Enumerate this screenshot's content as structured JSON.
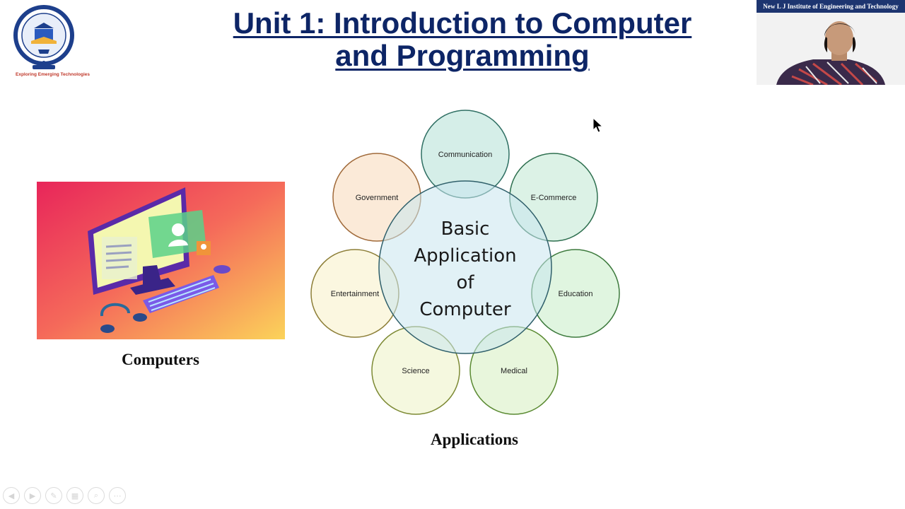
{
  "slide": {
    "title_line1": "Unit 1: Introduction to Computer",
    "title_line2": "and Programming",
    "logo_tagline": "Exploring Emerging Technologies"
  },
  "webcam": {
    "institute_name": "New L J Institute of Engineering and Technology"
  },
  "left_panel": {
    "caption": "Computers"
  },
  "diagram": {
    "center_lines": [
      "Basic",
      "Application",
      "of",
      "Computer"
    ],
    "nodes": [
      {
        "label": "Communication",
        "color": "#b3e0d6",
        "stroke": "#2f6f63"
      },
      {
        "label": "E-Commerce",
        "color": "#bfe8d2",
        "stroke": "#2f7050"
      },
      {
        "label": "Education",
        "color": "#c6ecc6",
        "stroke": "#3d7a3d"
      },
      {
        "label": "Medical",
        "color": "#d6efc0",
        "stroke": "#5a8a32"
      },
      {
        "label": "Science",
        "color": "#ecf2c4",
        "stroke": "#7d8a34"
      },
      {
        "label": "Entertainment",
        "color": "#f7f0c6",
        "stroke": "#8d7f38"
      },
      {
        "label": "Government",
        "color": "#f8d8b8",
        "stroke": "#a06a3a"
      }
    ],
    "caption": "Applications"
  },
  "toolbar": {
    "icons": [
      "prev-icon",
      "next-icon",
      "pen-icon",
      "slides-icon",
      "zoom-icon",
      "more-icon"
    ]
  }
}
